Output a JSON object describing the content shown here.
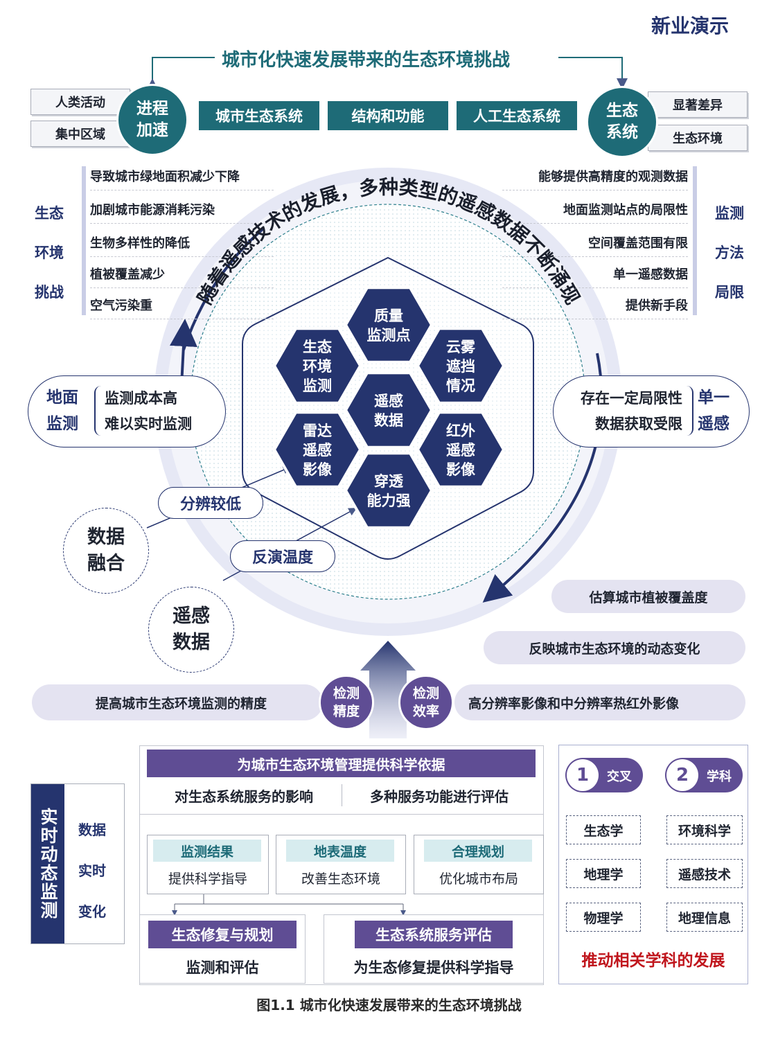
{
  "brand": "新业演示",
  "top": {
    "title": "城市化快速发展带来的生态环境挑战",
    "left_circle": "进程\n加速",
    "left_boxes": [
      "人类活动",
      "集中区域"
    ],
    "right_circle": "生态\n系统",
    "right_boxes": [
      "显著差异",
      "生态环境"
    ],
    "middle_boxes": [
      "城市生态系统",
      "结构和功能",
      "人工生态系统"
    ]
  },
  "left_side": {
    "label_chars": [
      "生态",
      "环境",
      "挑战"
    ],
    "items": [
      "导致城市绿地面积减少下降",
      "加剧城市能源消耗污染",
      "生物多样性的降低",
      "植被覆盖减少",
      "空气污染重"
    ]
  },
  "right_side": {
    "label_chars": [
      "监测",
      "方法",
      "局限"
    ],
    "items": [
      "能够提供高精度的观测数据",
      "地面监测站点的局限性",
      "空间覆盖范围有限",
      "单一遥感数据",
      "提供新手段"
    ]
  },
  "arc_text": "随着遥感技术的发展，多种类型的遥感数据不断涌现",
  "hexagons": {
    "top": "质量\n监测点",
    "upper_left": "生态\n环境\n监测",
    "upper_right": "云雾\n遮挡\n情况",
    "center": "遥感\n数据",
    "lower_left": "雷达\n遥感\n影像",
    "lower_right": "红外\n遥感\n影像",
    "bottom": "穿透\n能力强"
  },
  "ground": {
    "title": "地面\n监测",
    "lines": [
      "监测成本高",
      "难以实时监测"
    ]
  },
  "single": {
    "title": "单一\n遥感",
    "lines": [
      "存在一定局限性",
      "数据获取受限"
    ]
  },
  "fusion": {
    "circle1": "数据\n融合",
    "circle2": "遥感\n数据",
    "tag1": "分辨较低",
    "tag2": "反演温度"
  },
  "right_pills": [
    "估算城市植被覆盖度",
    "反映城市生态环境的动态变化"
  ],
  "bottom_bar": {
    "left": "提高城市生态环境监测的精度",
    "right": "高分辨率影像和中分辨率热红外影像",
    "circle_left": "检测\n精度",
    "circle_right": "检测\n效率"
  },
  "realtime": {
    "title": "实时动态监测",
    "items": [
      "数据",
      "实时",
      "变化"
    ],
    "header": "为城市生态环境管理提供科学依据",
    "sub_left": "对生态系统服务的影响",
    "sub_right": "多种服务功能进行评估",
    "cards": [
      {
        "title": "监测结果",
        "text": "提供科学指导"
      },
      {
        "title": "地表温度",
        "text": "改善生态环境"
      },
      {
        "title": "合理规划",
        "text": "优化城市布局"
      }
    ],
    "bottom_left_title": "生态修复与规划",
    "bottom_left_text": "监测和评估",
    "bottom_right_title": "生态系统服务评估",
    "bottom_right_text": "为生态修复提供科学指导"
  },
  "disciplines": {
    "n1": "1",
    "l1": "交叉",
    "n2": "2",
    "l2": "学科",
    "col1": [
      "生态学",
      "地理学",
      "物理学"
    ],
    "col2": [
      "环境科学",
      "遥感技术",
      "地理信息"
    ],
    "footer": "推动相关学科的发展"
  },
  "caption": "图1.1 城市化快速发展带来的生态环境挑战",
  "colors": {
    "navy": "#25346e",
    "teal": "#1e6b77",
    "purple": "#5f4d94",
    "red": "#c0161d",
    "lavender": "#e4e3f1"
  }
}
